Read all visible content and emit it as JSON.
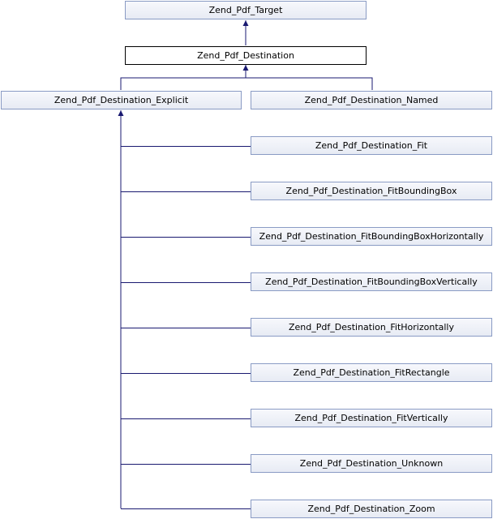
{
  "diagram": {
    "nodes": {
      "target": "Zend_Pdf_Target",
      "destination": "Zend_Pdf_Destination",
      "explicit": "Zend_Pdf_Destination_Explicit",
      "named": "Zend_Pdf_Destination_Named",
      "fit": "Zend_Pdf_Destination_Fit",
      "fit_bounding_box": "Zend_Pdf_Destination_FitBoundingBox",
      "fit_bounding_box_horizontally": "Zend_Pdf_Destination_FitBoundingBoxHorizontally",
      "fit_bounding_box_vertically": "Zend_Pdf_Destination_FitBoundingBoxVertically",
      "fit_horizontally": "Zend_Pdf_Destination_FitHorizontally",
      "fit_rectangle": "Zend_Pdf_Destination_FitRectangle",
      "fit_vertically": "Zend_Pdf_Destination_FitVertically",
      "unknown": "Zend_Pdf_Destination_Unknown",
      "zoom": "Zend_Pdf_Destination_Zoom"
    },
    "edge_color": "#191970"
  }
}
